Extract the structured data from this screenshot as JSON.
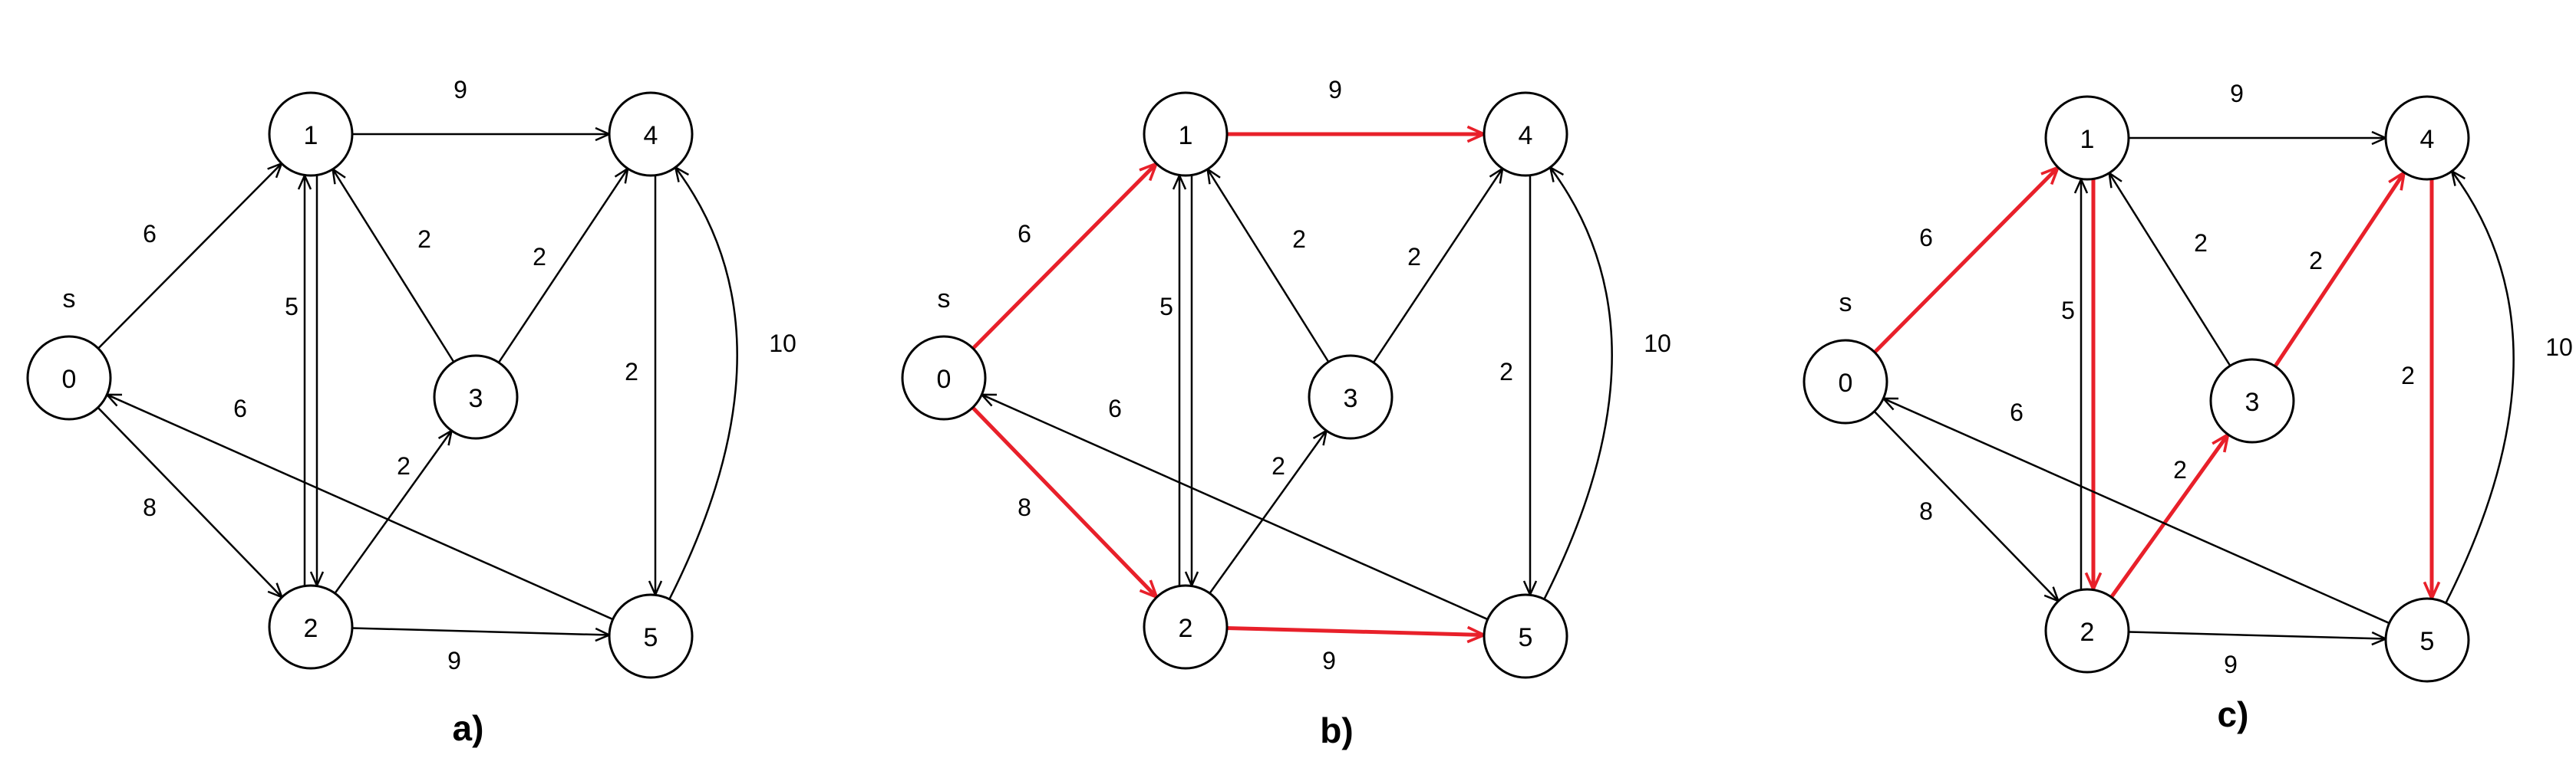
{
  "colors": {
    "edge": "#000000",
    "highlight": "#e8202a",
    "node_fill": "#ffffff",
    "node_stroke": "#000000"
  },
  "graph": {
    "source_marker": "s",
    "nodes": [
      "0",
      "1",
      "2",
      "3",
      "4",
      "5"
    ],
    "edges": [
      {
        "id": "e01",
        "from": "0",
        "to": "1",
        "weight": "6"
      },
      {
        "id": "e02",
        "from": "0",
        "to": "2",
        "weight": "8"
      },
      {
        "id": "e14",
        "from": "1",
        "to": "4",
        "weight": "9"
      },
      {
        "id": "e12",
        "from": "1",
        "to": "2",
        "weight": "5"
      },
      {
        "id": "e21",
        "from": "2",
        "to": "1",
        "weight": "5"
      },
      {
        "id": "e31",
        "from": "3",
        "to": "1",
        "weight": "2"
      },
      {
        "id": "e34",
        "from": "3",
        "to": "4",
        "weight": "2"
      },
      {
        "id": "e23",
        "from": "2",
        "to": "3",
        "weight": "2"
      },
      {
        "id": "e25",
        "from": "2",
        "to": "5",
        "weight": "9"
      },
      {
        "id": "e45",
        "from": "4",
        "to": "5",
        "weight": "2"
      },
      {
        "id": "e54",
        "from": "5",
        "to": "4",
        "weight": "10"
      },
      {
        "id": "e50",
        "from": "5",
        "to": "0",
        "weight": "6"
      }
    ]
  },
  "panels": [
    {
      "caption": "a)",
      "highlighted_edges": []
    },
    {
      "caption": "b)",
      "highlighted_edges": [
        "e01",
        "e02",
        "e14",
        "e25"
      ]
    },
    {
      "caption": "c)",
      "highlighted_edges": [
        "e01",
        "e12",
        "e23",
        "e34",
        "e45"
      ]
    }
  ]
}
